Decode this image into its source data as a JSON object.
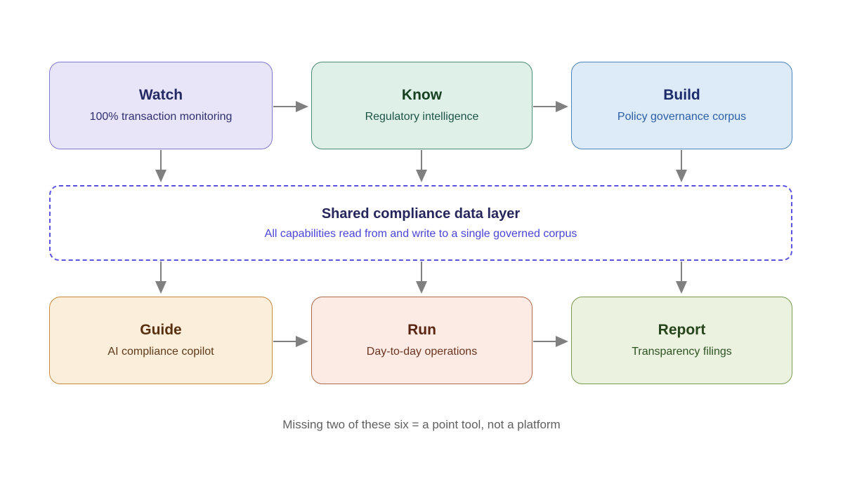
{
  "diagram": {
    "top_row": [
      {
        "id": "watch",
        "title": "Watch",
        "subtitle": "100% transaction monitoring",
        "bg": "#e9e5f9",
        "border": "#7f76d0",
        "title_color": "#232a63",
        "subtitle_color": "#2f2f70"
      },
      {
        "id": "know",
        "title": "Know",
        "subtitle": "Regulatory intelligence",
        "bg": "#def0e8",
        "border": "#4b8b75",
        "title_color": "#16401f",
        "subtitle_color": "#1d5347"
      },
      {
        "id": "build",
        "title": "Build",
        "subtitle": "Policy governance corpus",
        "bg": "#ddeaf7",
        "border": "#4a84bd",
        "title_color": "#1b2a6b",
        "subtitle_color": "#2b5fa6"
      }
    ],
    "data_layer": {
      "title": "Shared compliance data layer",
      "subtitle": "All capabilities read from and write to a single governed corpus",
      "border": "#5b52e1",
      "title_color": "#26265c",
      "subtitle_color": "#4a44d8"
    },
    "bottom_row": [
      {
        "id": "guide",
        "title": "Guide",
        "subtitle": "AI compliance copilot",
        "bg": "#fbeeda",
        "border": "#c5893f",
        "title_color": "#58300f",
        "subtitle_color": "#5e3a1a"
      },
      {
        "id": "run",
        "title": "Run",
        "subtitle": "Day-to-day operations",
        "bg": "#fcebe4",
        "border": "#b16a4a",
        "title_color": "#5a2410",
        "subtitle_color": "#6b3520"
      },
      {
        "id": "report",
        "title": "Report",
        "subtitle": "Transparency filings",
        "bg": "#ebf2df",
        "border": "#7a9a50",
        "title_color": "#27451c",
        "subtitle_color": "#2d5323"
      }
    ],
    "caption": "Missing two of these six = a point tool, not a platform",
    "arrow_color": "#808080"
  }
}
